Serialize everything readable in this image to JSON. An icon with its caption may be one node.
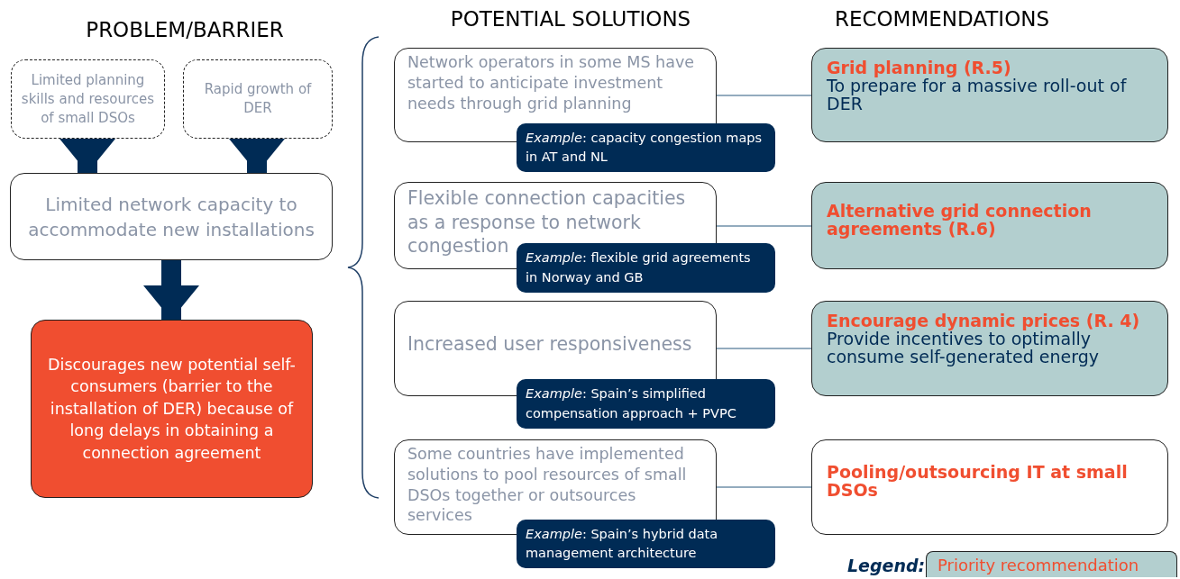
{
  "diagram": {
    "nodes": [
      {
        "text": [
          "Limited planning skills and resources of small DSOs"
        ]
      },
      {
        "text": [
          "Rapid growth of DER"
        ]
      },
      {
        "text": [
          "Limited network capacity to accommodate new installations"
        ]
      },
      {
        "text": [
          "Discourages new potential self-consumers (barrier to the installation of DER) because of long delays in obtaining a connection agreement"
        ]
      },
      {
        "text": [
          "Network operators in some MS have started to anticipate investment needs through grid planning"
        ]
      },
      {
        "text": [
          "*Example*: capacity congestion maps in AT and NL"
        ]
      },
      {
        "text": [
          "Grid planning (R.5)",
          "To prepare for a massive roll-out of DER"
        ]
      },
      {
        "text": [
          "Flexible connection capacities as a response to network congestion"
        ]
      },
      {
        "text": [
          "*Example*: flexible grid agreements in Norway and GB"
        ]
      },
      {
        "text": [
          "Alternative grid connection agreements (R.6)"
        ]
      },
      {
        "text": [
          "Increased user responsiveness"
        ]
      },
      {
        "text": [
          "*Example*: Spain’s simplified compensation approach + PVPC"
        ]
      },
      {
        "text": [
          "Encourage dynamic prices (R. 4)",
          "Provide incentives to optimally consume self-generated energy"
        ]
      },
      {
        "text": [
          "Some countries have implemented solutions to pool resources of small DSOs together or outsources services"
        ]
      },
      {
        "text": [
          "*Example*: Spain’s hybrid data management architecture"
        ]
      },
      {
        "text": [
          "Pooling/outsourcing IT at small DSOs"
        ]
      }
    ],
    "edges": [
      {
        "from": 0,
        "to": 2,
        "arrow": "to",
        "style": "thick",
        "color": "#002b55"
      },
      {
        "from": 1,
        "to": 2,
        "arrow": "to",
        "style": "thick",
        "color": "#002b55"
      },
      {
        "from": 2,
        "to": 3,
        "arrow": "to",
        "style": "thick",
        "color": "#002b55"
      },
      {
        "from": 4,
        "to": 6,
        "arrow": "none"
      },
      {
        "from": 7,
        "to": 9,
        "arrow": "none"
      },
      {
        "from": 10,
        "to": 12,
        "arrow": "none"
      },
      {
        "from": 13,
        "to": 15,
        "arrow": "none"
      }
    ],
    "labels": [
      "PROBLEM/BARRIER",
      "POTENTIAL SOLUTIONS",
      "RECOMMENDATIONS",
      "Legend:"
    ],
    "legend": [
      {
        "text": "Priority recommendation",
        "color": "#b3cfcf"
      }
    ]
  }
}
